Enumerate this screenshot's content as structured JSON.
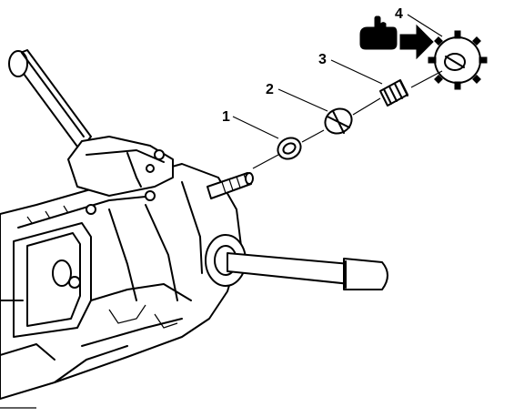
{
  "callouts": [
    {
      "label": "1"
    },
    {
      "label": "2"
    },
    {
      "label": "3"
    },
    {
      "label": "4"
    }
  ],
  "icons": [
    "lubricate-hand-icon",
    "direction-arrow-icon"
  ]
}
